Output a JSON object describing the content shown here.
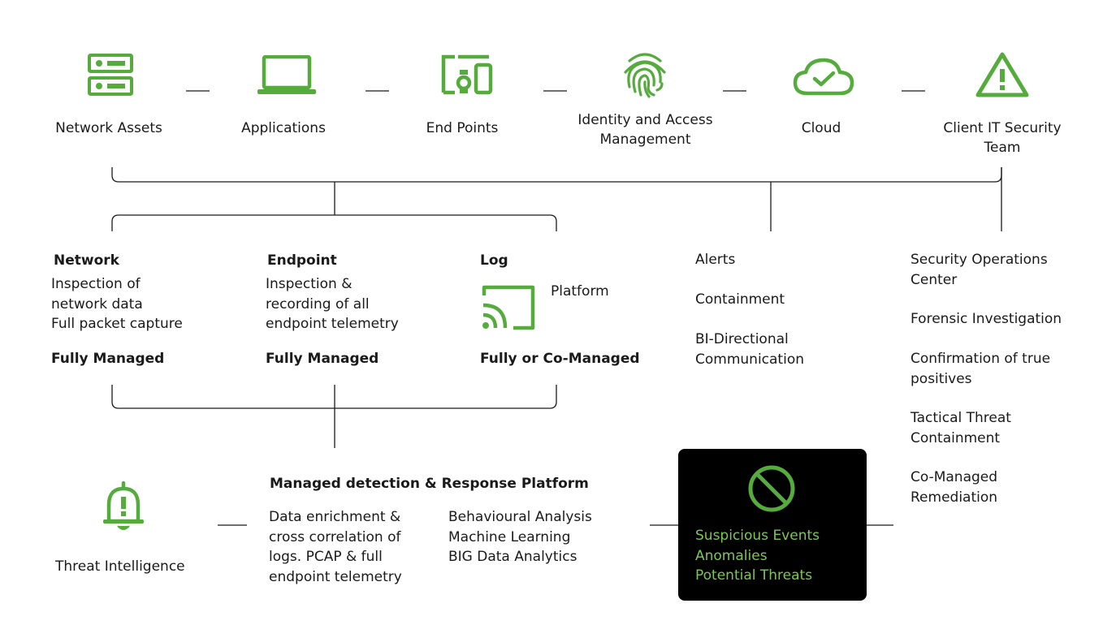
{
  "colors": {
    "accent": "#56ab3d",
    "box_background": "#000000",
    "box_text": "#7cc756",
    "line": "#1a1a1a"
  },
  "top_row": [
    {
      "label": "Network Assets",
      "icon": "server-icon"
    },
    {
      "label": "Applications",
      "icon": "laptop-icon"
    },
    {
      "label": "End Points",
      "icon": "devices-icon"
    },
    {
      "label": "Identity and Access Management",
      "icon": "fingerprint-icon"
    },
    {
      "label": "Cloud",
      "icon": "cloud-check-icon"
    },
    {
      "label": "Client IT Security Team",
      "icon": "warning-icon"
    }
  ],
  "network": {
    "title": "Network",
    "lines": [
      "Inspection of",
      "network data",
      "Full packet capture"
    ],
    "management": "Fully Managed"
  },
  "endpoint": {
    "title": "Endpoint",
    "lines": [
      "Inspection &",
      "recording of all",
      "endpoint telemetry"
    ],
    "management": "Fully Managed"
  },
  "log": {
    "title": "Log",
    "platform_label": "Platform",
    "icon": "cast-icon",
    "management": "Fully or Co-Managed"
  },
  "actions": [
    "Alerts",
    "Containment",
    "BI-Directional Communication"
  ],
  "soc_items": [
    "Security Operations Center",
    "Forensic Investigation",
    "Confirmation of true positives",
    "Tactical Threat Containment",
    "Co-Managed Remediation"
  ],
  "threat_intel": {
    "label": "Threat Intelligence",
    "icon": "bell-alert-icon"
  },
  "mdr": {
    "title": "Managed detection & Response Platform",
    "col1": [
      "Data enrichment &",
      "cross correlation of",
      "logs. PCAP & full",
      "endpoint telemetry"
    ],
    "col2": [
      "Behavioural Analysis",
      "Machine Learning",
      "BIG Data Analytics"
    ]
  },
  "suspicious_box": {
    "icon": "prohibited-icon",
    "lines": [
      "Suspicious Events",
      "Anomalies",
      "Potential Threats"
    ]
  }
}
